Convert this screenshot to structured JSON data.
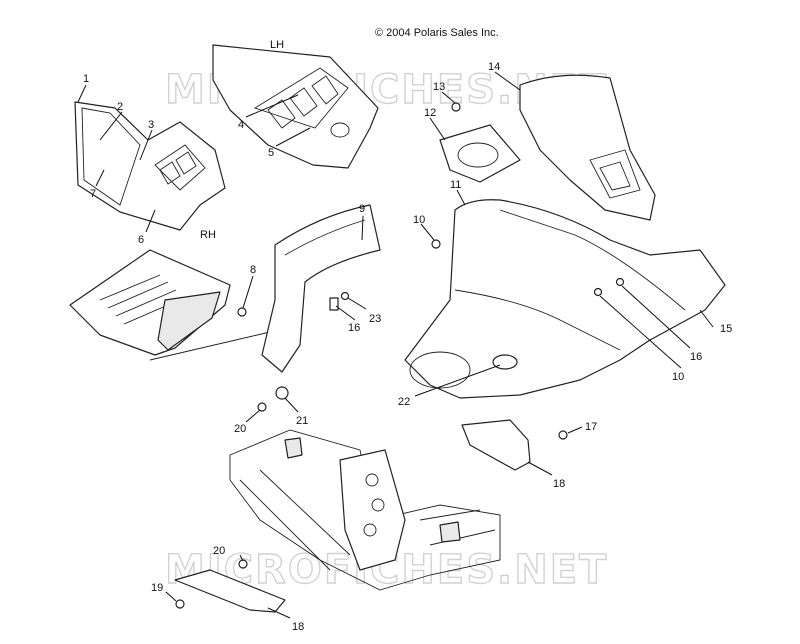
{
  "copyright": "© 2004 Polaris Sales Inc.",
  "watermarks": [
    "MICROFICHES.NET",
    "MICROFICHES.NET"
  ],
  "side_labels": {
    "lh": "LH",
    "rh": "RH"
  },
  "callouts": {
    "c1": "1",
    "c2": "2",
    "c3": "3",
    "c4": "4",
    "c5": "5",
    "c6": "6",
    "c7": "7",
    "c8": "8",
    "c9": "9",
    "c10a": "10",
    "c10b": "10",
    "c11": "11",
    "c12": "12",
    "c13": "13",
    "c14": "14",
    "c15": "15",
    "c16a": "16",
    "c16b": "16",
    "c17": "17",
    "c18a": "18",
    "c18b": "18",
    "c19": "19",
    "c20a": "20",
    "c20b": "20",
    "c21": "21",
    "c22": "22",
    "c23": "23"
  }
}
